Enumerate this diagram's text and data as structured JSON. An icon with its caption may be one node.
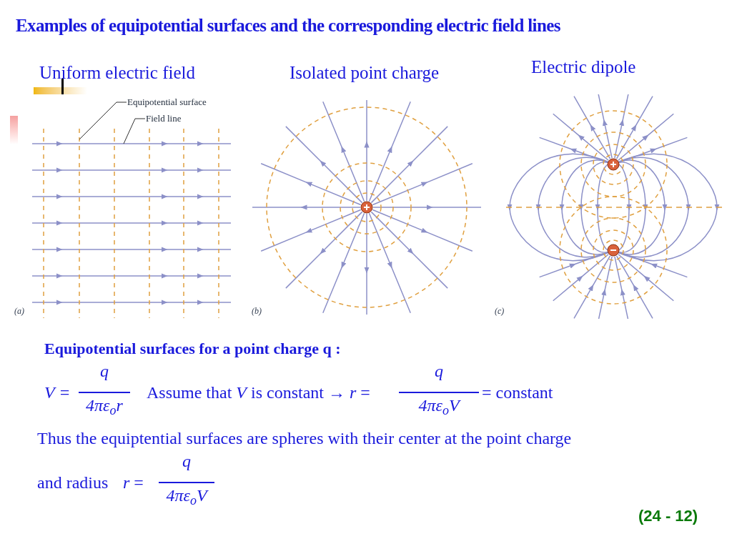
{
  "diagram": {
    "title": "Examples of equipotential surfaces and the corresponding electric field lines",
    "nodes": [
      {
        "text": [
          "Equipotential surface"
        ]
      },
      {
        "text": [
          "Field line"
        ]
      },
      {
        "text": [],
        "shape": "line"
      },
      {
        "text": [],
        "shape": "line"
      }
    ],
    "edges": [
      {
        "from": 0,
        "to": 2,
        "arrow": "none"
      },
      {
        "from": 1,
        "to": 3,
        "arrow": "none"
      }
    ],
    "labels": [
      "Uniform electric field",
      "Isolated point charge",
      "Electric dipole",
      "(a)",
      "(b)",
      "(c)",
      "Equipotential surfaces for a point charge q :",
      "V =",
      "q",
      "4πε$_{o}$r",
      "Assume that *V* is constant → *r* =",
      "q",
      "4πε$_{o}$V",
      "= constant",
      "Thus the equiptential surfaces are spheres with their center at the point charge",
      "and radius",
      "*r* =",
      "q",
      "4πε$_{o}$V",
      "(24 - 12)"
    ]
  }
}
